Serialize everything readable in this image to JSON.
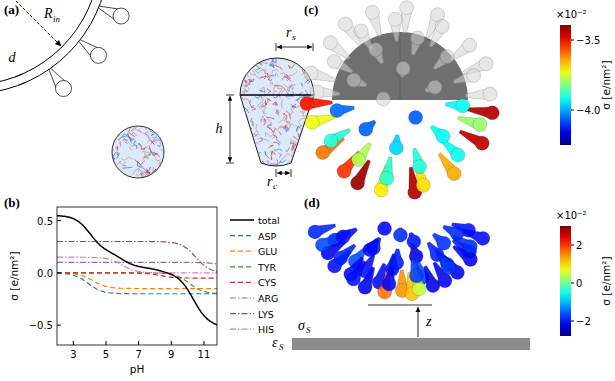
{
  "diagram": {
    "labels": [
      "(a)",
      "R",
      "in",
      "d",
      "r",
      "s",
      "h",
      "r",
      "c",
      "(b)",
      "0.5",
      "0.0",
      "−0.5",
      "3",
      "5",
      "7",
      "9",
      "11",
      "pH",
      "σ [e/nm²]",
      "(c)",
      "×10⁻²",
      "−3.5",
      "−4.0",
      "σ [e/nm²]",
      "(d)",
      "×10⁻²",
      "2",
      "0",
      "−2",
      "σ [e/nm²]",
      "z",
      "ε",
      "S",
      "σ",
      "S"
    ],
    "legend": [
      {
        "text": "total"
      },
      {
        "text": "ASP"
      },
      {
        "text": "GLU"
      },
      {
        "text": "TYR"
      },
      {
        "text": "CYS"
      },
      {
        "text": "ARG"
      },
      {
        "text": "LYS"
      },
      {
        "text": "HIS"
      }
    ]
  }
}
